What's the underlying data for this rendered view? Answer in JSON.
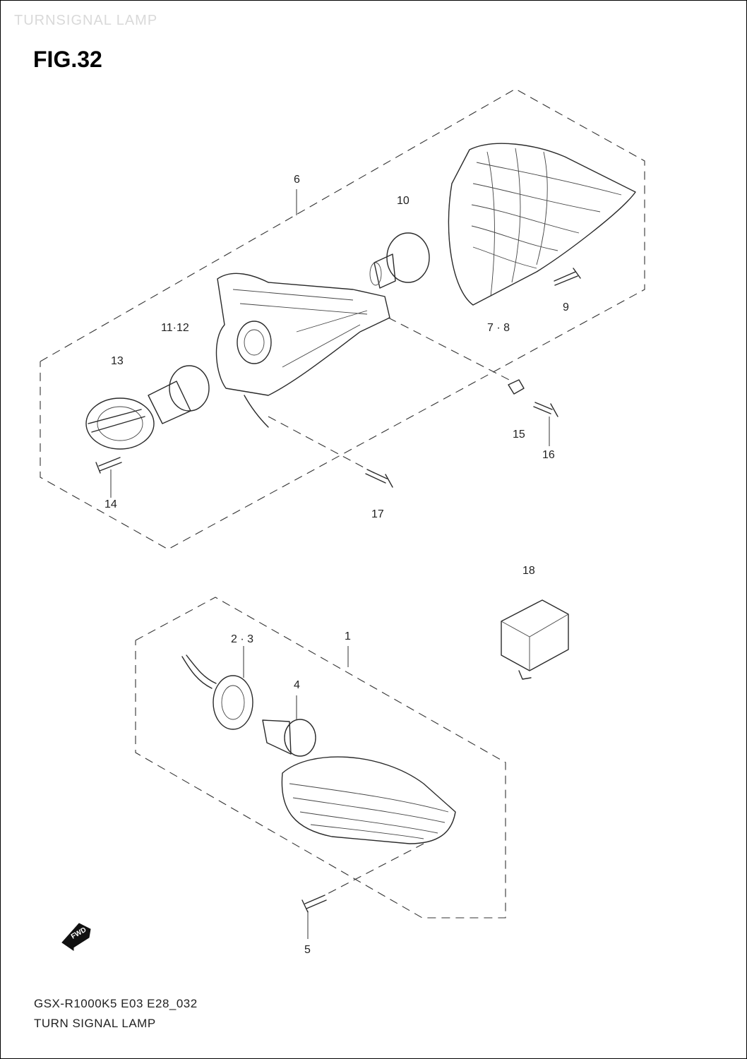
{
  "header": {
    "watermark": "TURNSIGNAL LAMP",
    "figure_label": "FIG.32"
  },
  "callouts": {
    "c1": "1",
    "c2_3": "2 · 3",
    "c4": "4",
    "c5": "5",
    "c6": "6",
    "c7_8": "7 · 8",
    "c9": "9",
    "c10": "10",
    "c11_12": "11·12",
    "c13": "13",
    "c14": "14",
    "c15": "15",
    "c16": "16",
    "c17": "17",
    "c18": "18"
  },
  "fwd_badge": "FWD",
  "footer": {
    "model_code": "GSX-R1000K5 E03 E28_032",
    "caption": "TURN SIGNAL LAMP"
  }
}
